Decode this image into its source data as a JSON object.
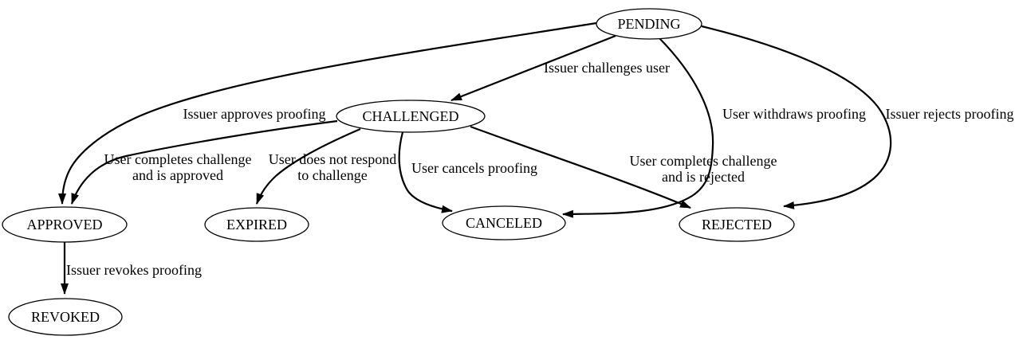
{
  "diagram": {
    "type": "state-machine-graph",
    "background_color": "#ffffff",
    "stroke_color": "#000000",
    "nodes": [
      {
        "id": "pending",
        "label": "PENDING"
      },
      {
        "id": "challenged",
        "label": "CHALLENGED"
      },
      {
        "id": "approved",
        "label": "APPROVED"
      },
      {
        "id": "expired",
        "label": "EXPIRED"
      },
      {
        "id": "canceled",
        "label": "CANCELED"
      },
      {
        "id": "rejected",
        "label": "REJECTED"
      },
      {
        "id": "revoked",
        "label": "REVOKED"
      }
    ],
    "edges": [
      {
        "from": "PENDING",
        "to": "CHALLENGED",
        "label": "Issuer challenges user",
        "label_lines": [
          "Issuer challenges user"
        ]
      },
      {
        "from": "PENDING",
        "to": "APPROVED",
        "label": "Issuer approves proofing",
        "label_lines": [
          "Issuer approves proofing"
        ]
      },
      {
        "from": "PENDING",
        "to": "CANCELED",
        "label": "User withdraws proofing",
        "label_lines": [
          "User withdraws proofing"
        ]
      },
      {
        "from": "PENDING",
        "to": "REJECTED",
        "label": "Issuer rejects proofing",
        "label_lines": [
          "Issuer rejects proofing"
        ]
      },
      {
        "from": "CHALLENGED",
        "to": "APPROVED",
        "label": "User completes challenge and is approved",
        "label_lines": [
          "User completes challenge",
          "and is approved"
        ]
      },
      {
        "from": "CHALLENGED",
        "to": "EXPIRED",
        "label": "User does not respond to challenge",
        "label_lines": [
          "User does not respond",
          "to challenge"
        ]
      },
      {
        "from": "CHALLENGED",
        "to": "CANCELED",
        "label": "User cancels proofing",
        "label_lines": [
          "User cancels proofing"
        ]
      },
      {
        "from": "CHALLENGED",
        "to": "REJECTED",
        "label": "User completes challenge and is rejected",
        "label_lines": [
          "User completes challenge",
          "and is rejected"
        ]
      },
      {
        "from": "APPROVED",
        "to": "REVOKED",
        "label": "Issuer revokes proofing",
        "label_lines": [
          "Issuer revokes proofing"
        ]
      }
    ]
  }
}
